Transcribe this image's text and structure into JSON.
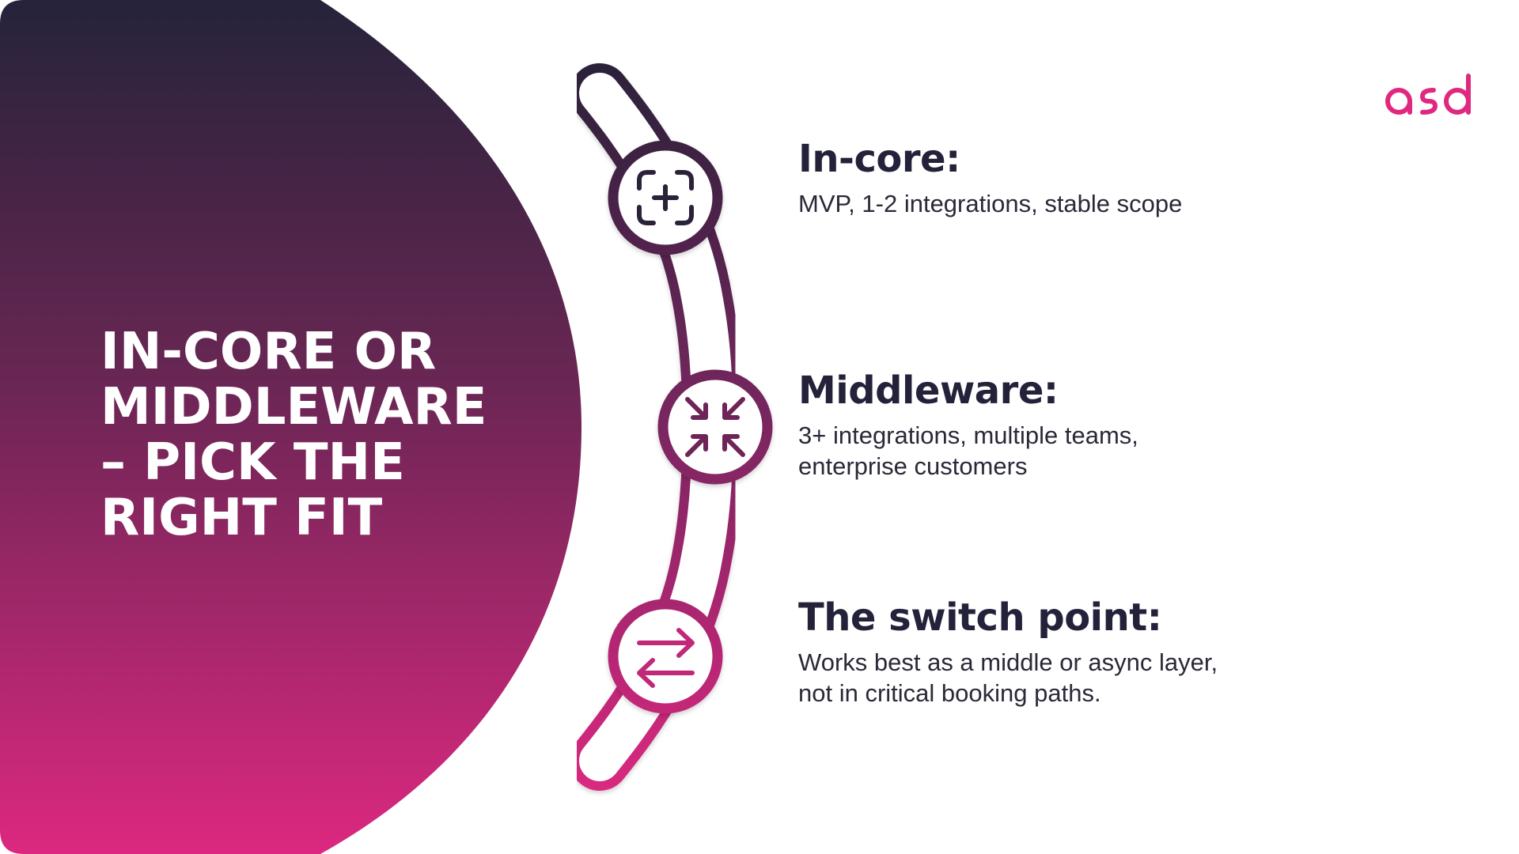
{
  "title": {
    "lines": [
      "IN-CORE OR",
      "MIDDLEWARE",
      "– PICK THE",
      "RIGHT FIT"
    ]
  },
  "brand": {
    "logo_text": "asd",
    "accent_color": "#e0287f",
    "dark_color": "#23223a"
  },
  "background": {
    "gradient_top": "#25233a",
    "gradient_bottom": "#dc2880"
  },
  "items": [
    {
      "icon": "add-focus-icon",
      "heading": "In-core:",
      "description": "MVP, 1-2 integrations, stable scope"
    },
    {
      "icon": "minimize-arrows-icon",
      "heading": "Middleware:",
      "description": "3+ integrations, multiple teams, enterprise customers"
    },
    {
      "icon": "swap-arrows-icon",
      "heading": "The switch point:",
      "description": "Works best as a middle or async layer, not in critical booking paths."
    }
  ]
}
